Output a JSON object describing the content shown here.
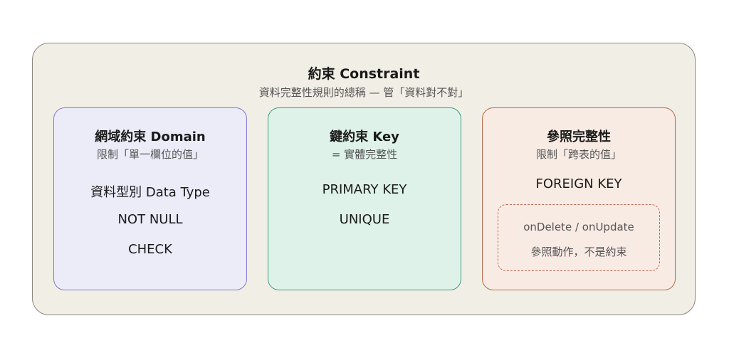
{
  "constraint": {
    "title": "約束 Constraint",
    "subtitle": "資料完整性規則的總稱 — 管「資料對不對」"
  },
  "domain": {
    "title": "網域約束 Domain",
    "subtitle": "限制「單一欄位的值」",
    "items": [
      "資料型別 Data Type",
      "NOT NULL",
      "CHECK"
    ]
  },
  "key": {
    "title": "鍵約束 Key",
    "subtitle": "= 實體完整性",
    "items": [
      "PRIMARY KEY",
      "UNIQUE"
    ]
  },
  "referential": {
    "title": "參照完整性",
    "subtitle": "限制「跨表的值」",
    "items": [
      "FOREIGN KEY"
    ],
    "note": {
      "line1": "onDelete / onUpdate",
      "line2": "參照動作，不是約束"
    }
  },
  "colors": {
    "outer_bg": "#f1eee6",
    "domain_bg": "#ecebf8",
    "domain_border": "#8279c8",
    "key_bg": "#def2ea",
    "key_border": "#3f9a7a",
    "ref_bg": "#f8ebe4",
    "ref_border": "#b86a4c",
    "note_border": "#c56a55"
  }
}
